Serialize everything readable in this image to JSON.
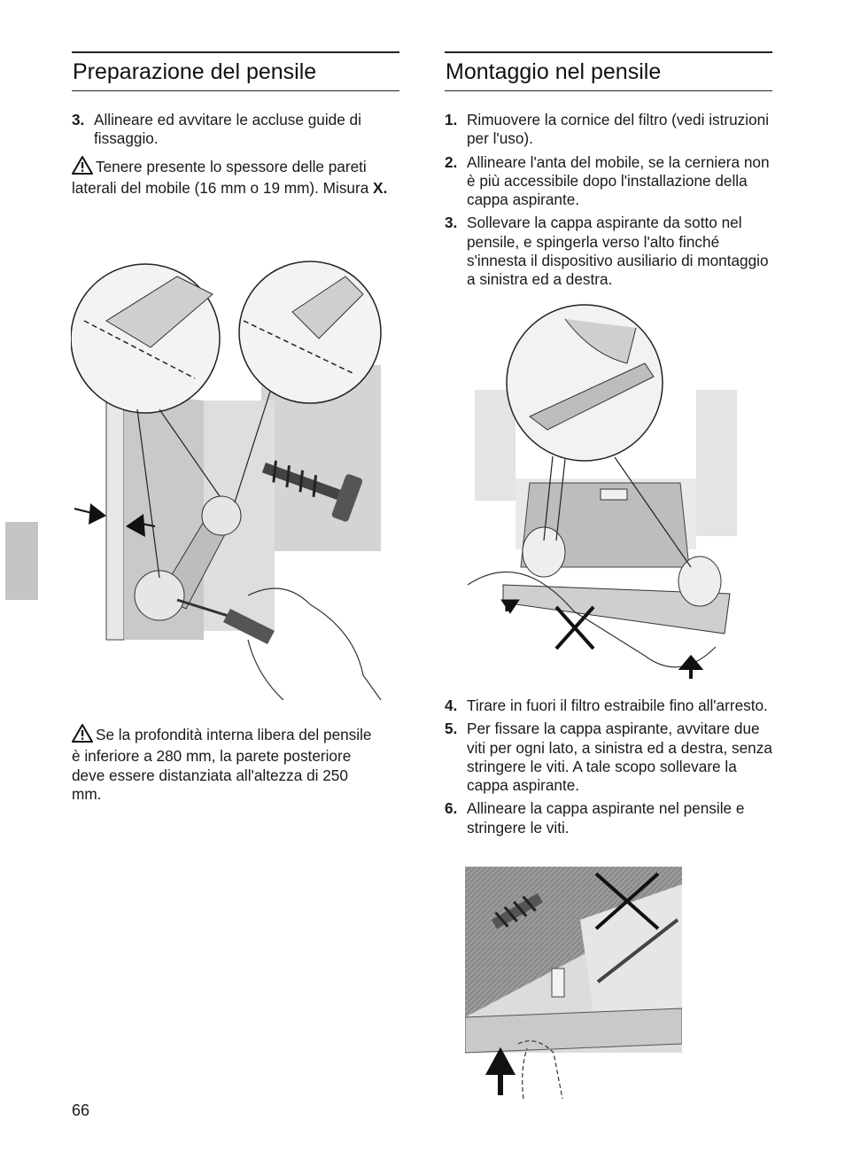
{
  "left_section": {
    "title": "Preparazione del pensile",
    "steps": [
      {
        "num": "3.",
        "text": "Allineare ed avvitare le accluse guide di fissaggio."
      }
    ],
    "note1": {
      "icon": "warning-triangle-icon",
      "text": "Tenere presente lo spessore delle pareti laterali del mobile (16 mm o 19 mm). Misura ",
      "bold": "X."
    },
    "note2": {
      "icon": "warning-triangle-icon",
      "text": "Se la profondità interna libera del pensile è inferiore a 280 mm, la parete posteriore deve essere distanziata all'altezza di 250 mm."
    }
  },
  "right_section": {
    "title": "Montaggio nel pensile",
    "steps_a": [
      {
        "num": "1.",
        "text": "Rimuovere la cornice del filtro (vedi istruzioni per l'uso)."
      },
      {
        "num": "2.",
        "text": "Allineare l'anta del mobile, se la cerniera non è più accessibile dopo l'installazione della cappa aspirante."
      },
      {
        "num": "3.",
        "text": "Sollevare la cappa aspirante da sotto nel pensile, e spingerla verso l'alto finché s'innesta il dispositivo ausiliario di montaggio a sinistra ed a destra."
      }
    ],
    "steps_b": [
      {
        "num": "4.",
        "text": "Tirare in fuori il filtro estraibile fino all'arresto."
      },
      {
        "num": "5.",
        "text": "Per fissare la cappa aspirante, avvitare due viti per ogni lato, a sinistra ed a destra, senza stringere le viti. A tale scopo sollevare la cappa aspirante."
      },
      {
        "num": "6.",
        "text": "Allineare la cappa aspirante nel pensile e stringere le viti."
      }
    ]
  },
  "page_number": "66"
}
